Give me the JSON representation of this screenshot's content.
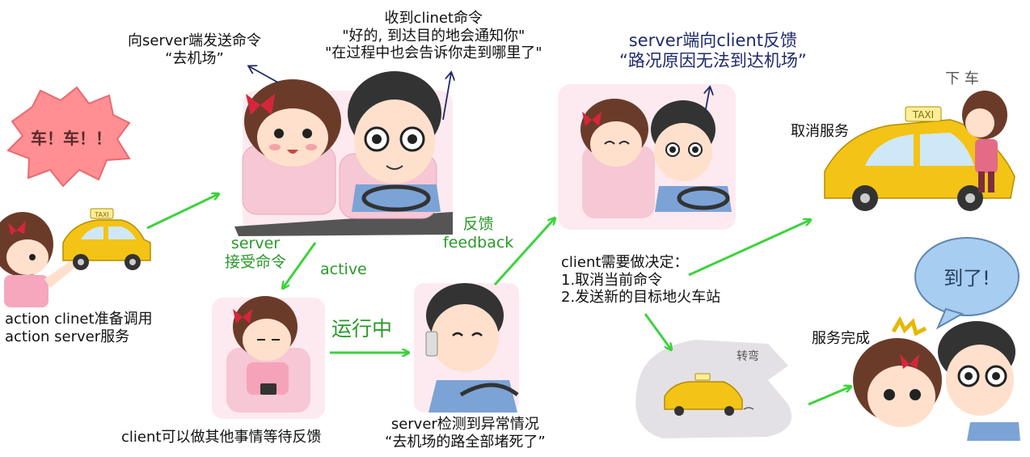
{
  "colors": {
    "arrow": "#3ed23e",
    "label_green": "#2a9a2a",
    "label_navy": "#1f2a6b",
    "taxi": "#f3c316",
    "hair": "#6b3b2a",
    "bow": "#d6263b"
  },
  "burst": {
    "text": "车！车！！"
  },
  "step1": {
    "line1": "action clinet准备调用",
    "line2": "action server服务"
  },
  "step2": {
    "line1": "向server端发送命令",
    "line2": "“去机场”"
  },
  "step3": {
    "line1": "收到clinet命令",
    "line2": "\"好的, 到达目的地会通知你\"",
    "line3": "\"在过程中也会告诉你走到哪里了\""
  },
  "server_accept": {
    "line1": "server",
    "line2": "接受命令",
    "active": "active"
  },
  "running": {
    "text": "运行中"
  },
  "client_wait": {
    "text": "client可以做其他事情等待反馈"
  },
  "server_detect": {
    "line1": "server检测到异常情况",
    "line2": "“去机场的路全部堵死了”"
  },
  "feedback": {
    "zh": "反馈",
    "en": "feedback"
  },
  "server_feedback": {
    "line1": "server端向client反馈",
    "line2": "“路况原因无法到达机场”"
  },
  "client_decide": {
    "line1": "client需要做决定：",
    "line2": "1.取消当前命令",
    "line3": "2.发送新的目标地火车站"
  },
  "cancel": {
    "text": "取消服务",
    "handwritten": "下 车"
  },
  "complete": {
    "text": "服务完成",
    "bubble": "到了!"
  },
  "turn": {
    "handwritten": "转弯"
  },
  "taxi_sign": {
    "text": "TAXI"
  }
}
